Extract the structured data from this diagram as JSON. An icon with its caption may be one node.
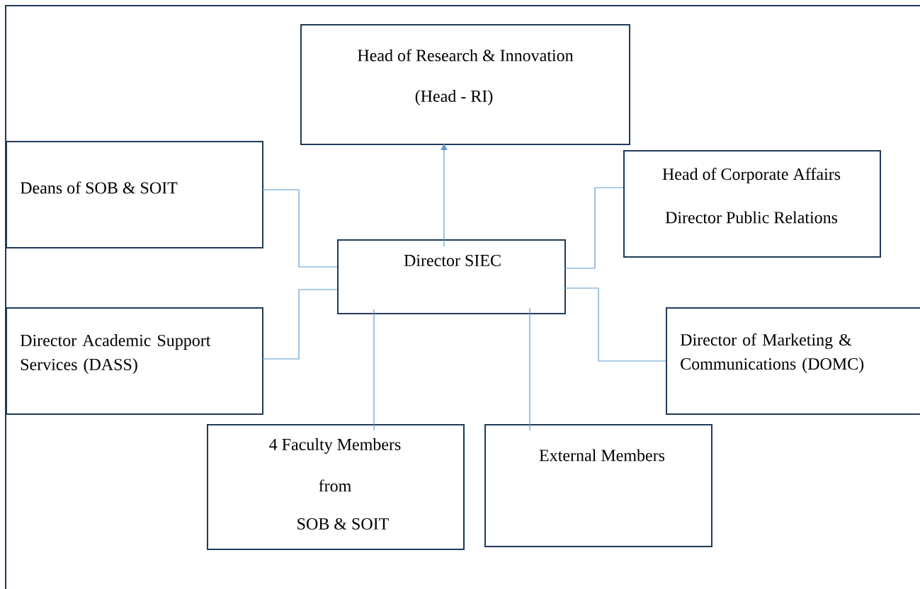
{
  "diagram": {
    "nodes": [
      {
        "text": [
          "Head of Research & Innovation",
          "(Head - RI)"
        ]
      },
      {
        "text": [
          "Deans of SOB & SOIT"
        ]
      },
      {
        "text": [
          "Head of Corporate Affairs",
          "Director Public Relations"
        ]
      },
      {
        "text": [
          "Director SIEC"
        ]
      },
      {
        "text": [
          "Director Academic Support Services (DASS)"
        ]
      },
      {
        "text": [
          "Director of Marketing & Communications (DOMC)"
        ]
      },
      {
        "text": [
          "4 Faculty Members",
          "from",
          "SOB & SOIT"
        ]
      },
      {
        "text": [
          "External Members"
        ]
      }
    ],
    "edges": [
      {
        "from": 3,
        "to": 0,
        "arrow": "to"
      },
      {
        "from": 3,
        "to": 1,
        "arrow": "none"
      },
      {
        "from": 3,
        "to": 2,
        "arrow": "none"
      },
      {
        "from": 3,
        "to": 4,
        "arrow": "none"
      },
      {
        "from": 3,
        "to": 5,
        "arrow": "none"
      },
      {
        "from": 3,
        "to": 6,
        "arrow": "none"
      },
      {
        "from": 3,
        "to": 7,
        "arrow": "none"
      }
    ]
  }
}
